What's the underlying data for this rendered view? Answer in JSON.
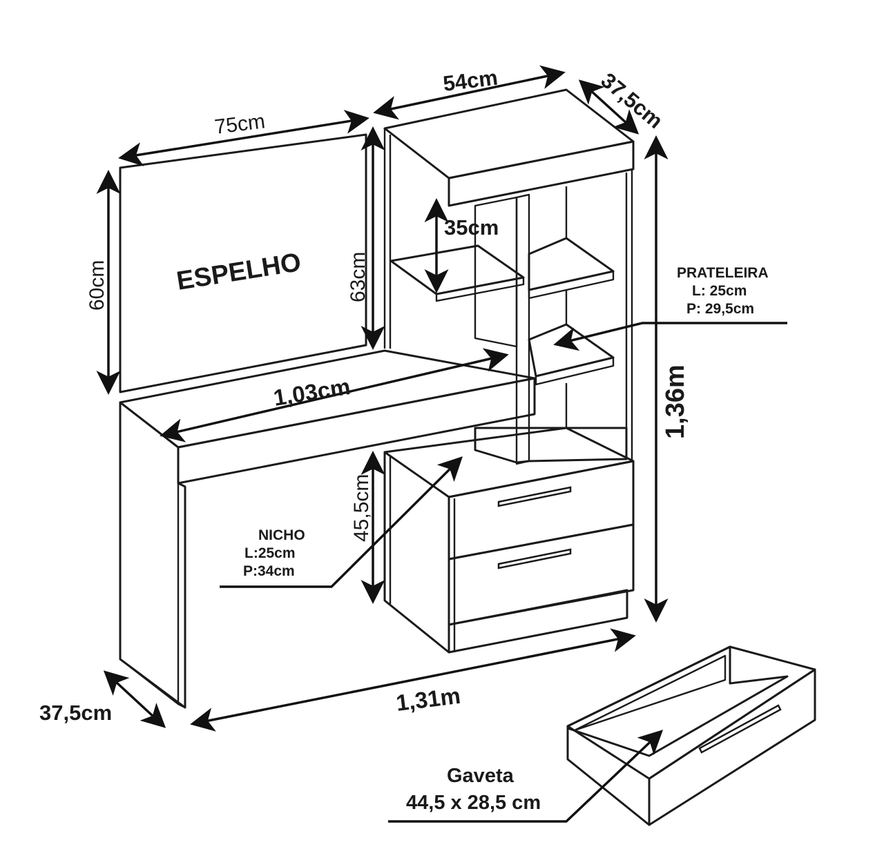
{
  "labels": {
    "mirror": "ESPELHO",
    "width_54": "54cm",
    "depth_37_top": "37,5cm",
    "width_75": "75cm",
    "height_60": "60cm",
    "height_63": "63cm",
    "shelf_gap_35": "35cm",
    "desk_103": "1,03cm",
    "height_136": "1,36m",
    "height_455": "45,5cm",
    "width_131": "1,31m",
    "depth_37_bottom": "37,5cm"
  },
  "callouts": {
    "shelf": {
      "title": "PRATELEIRA",
      "line1": "L: 25cm",
      "line2": "P: 29,5cm"
    },
    "niche": {
      "title": "NICHO",
      "line1": "L:25cm",
      "line2": "P:34cm"
    },
    "drawer": {
      "title": "Gaveta",
      "line1": "44,5 x 28,5 cm"
    }
  },
  "colors": {
    "ink": "#1a1a1a",
    "background": "#ffffff"
  }
}
